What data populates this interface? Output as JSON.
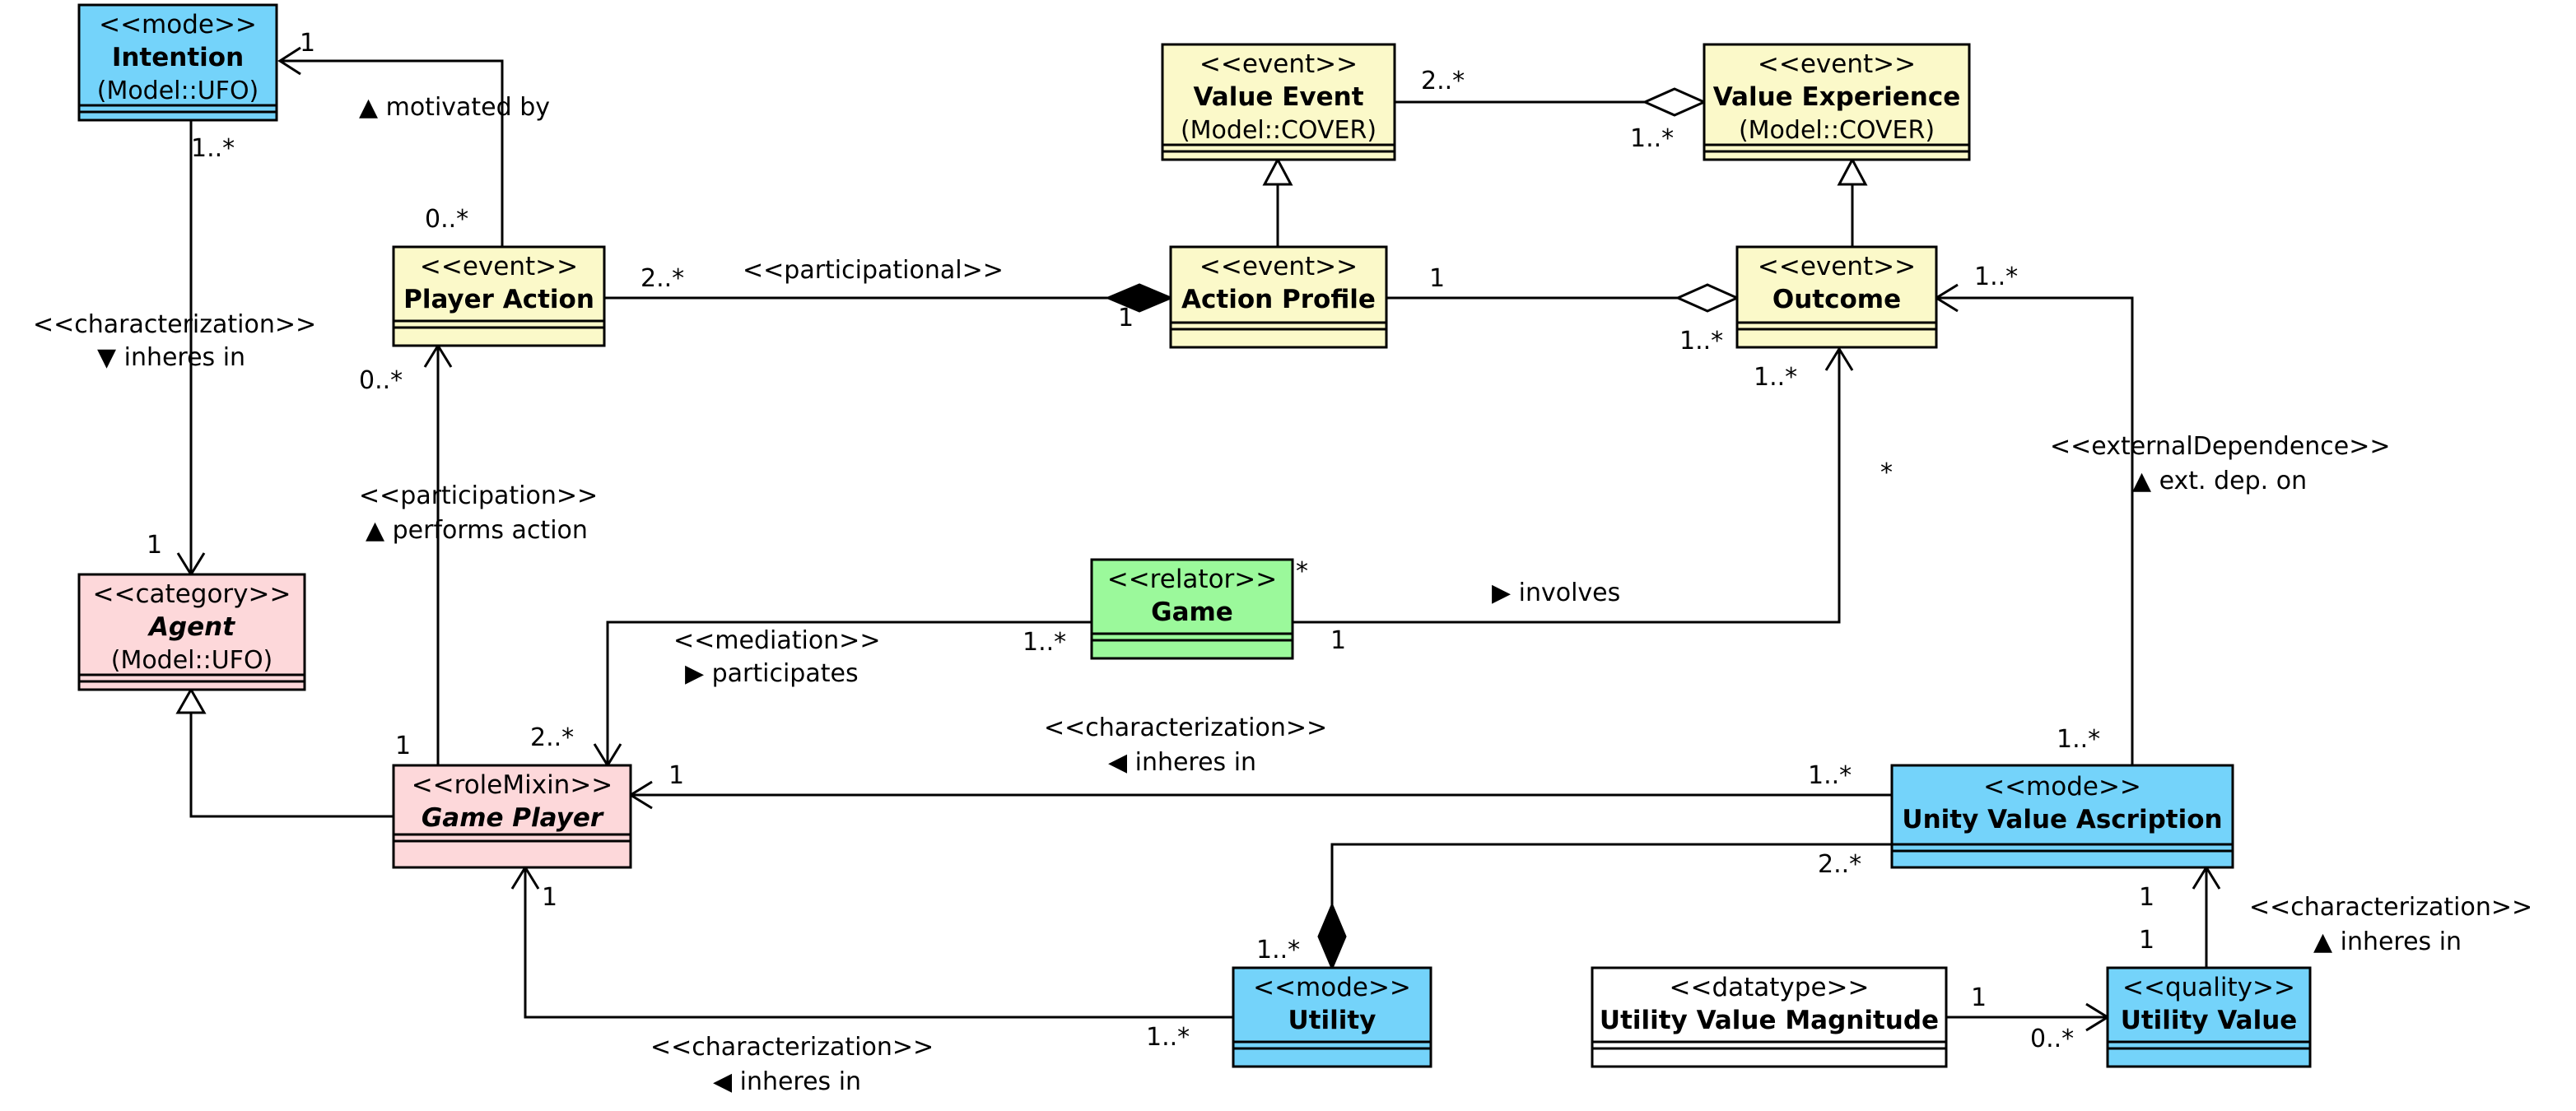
{
  "colors": {
    "mode": "#74d3fa",
    "event": "#fbf9c9",
    "category": "#fdd8da",
    "relator": "#9bf99b",
    "datatype": "#ffffff"
  },
  "classes": {
    "intention": {
      "stereotype": "<<mode>>",
      "name": "Intention",
      "sub": "(Model::UFO)"
    },
    "agent": {
      "stereotype": "<<category>>",
      "name": "Agent",
      "sub": "(Model::UFO)"
    },
    "player_action": {
      "stereotype": "<<event>>",
      "name": "Player Action"
    },
    "value_event": {
      "stereotype": "<<event>>",
      "name": "Value Event",
      "sub": "(Model::COVER)"
    },
    "value_experience": {
      "stereotype": "<<event>>",
      "name": "Value Experience",
      "sub": "(Model::COVER)"
    },
    "action_profile": {
      "stereotype": "<<event>>",
      "name": "Action Profile"
    },
    "outcome": {
      "stereotype": "<<event>>",
      "name": "Outcome"
    },
    "game": {
      "stereotype": "<<relator>>",
      "name": "Game"
    },
    "game_player": {
      "stereotype": "<<roleMixin>>",
      "name": "Game Player"
    },
    "unity_value_ascription": {
      "stereotype": "<<mode>>",
      "name": "Unity Value Ascription"
    },
    "utility": {
      "stereotype": "<<mode>>",
      "name": "Utility"
    },
    "utility_value_magnitude": {
      "stereotype": "<<datatype>>",
      "name": "Utility Value Magnitude"
    },
    "utility_value": {
      "stereotype": "<<quality>>",
      "name": "Utility Value"
    }
  },
  "labels": {
    "motivated_by": "▲ motivated by",
    "char_stereo_1": "<<characterization>>",
    "inheres_in_1": "▼ inheres in",
    "participational": "<<participational>>",
    "participation": "<<participation>>",
    "performs_action": "▲ performs action",
    "mediation": "<<mediation>>",
    "participates": "▶ participates",
    "involves": "▶ involves",
    "external_dependence": "<<externalDependence>>",
    "ext_dep_on": "▲ ext. dep. on",
    "char_stereo_2": "<<characterization>>",
    "inheres_in_2": "◀ inheres in",
    "char_stereo_3": "<<characterization>>",
    "inheres_in_3": "◀ inheres in",
    "char_stereo_4": "<<characterization>>",
    "inheres_in_4": "▲ inheres in"
  },
  "multiplicities": {
    "intention_motivated": "1",
    "intention_inheres": "1..*",
    "player_action_motivated": "0..*",
    "agent_inheres": "1",
    "pa_participational": "2..*",
    "pa_participation": "0..*",
    "ap_participational": "1",
    "ve_to_vx": "2..*",
    "vx_from_ve": "1..*",
    "ap_to_outcome": "1",
    "outcome_from_ap": "1..*",
    "outcome_involves": "1..*",
    "outcome_ext": "1..*",
    "game_star": "*",
    "game_involves_star": "*",
    "game_involves": "1",
    "game_mediation": "1..*",
    "gp_mediation": "2..*",
    "gp_participation": "1",
    "gp_uva": "1",
    "uva_gp": "1..*",
    "uva_ext": "1..*",
    "uva_utility": "2..*",
    "gp_utility": "1",
    "utility_gp": "1..*",
    "utility_uva": "1..*",
    "uva_uv": "1",
    "uv_uva": "1",
    "uvm_uv": "1",
    "uv_uvm": "0..*"
  }
}
